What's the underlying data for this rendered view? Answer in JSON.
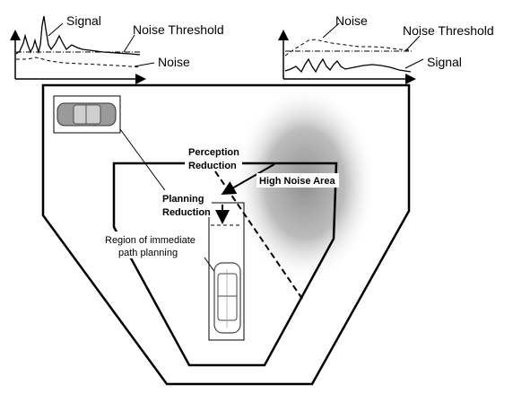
{
  "left_plot": {
    "labels": {
      "signal": "Signal",
      "threshold": "Noise Threshold",
      "noise": "Noise"
    }
  },
  "right_plot": {
    "labels": {
      "noise": "Noise",
      "threshold": "Noise Threshold",
      "signal": "Signal"
    }
  },
  "map": {
    "perception": [
      "Perception",
      "Reduction"
    ],
    "high_noise": "High Noise Area",
    "planning": [
      "Planning",
      "Reduction"
    ],
    "region": [
      "Region of immediate",
      "path planning"
    ]
  },
  "colors": {
    "line": "#000000",
    "noise_area": "#8a8a8a",
    "car_body": "#9a9a9a"
  }
}
